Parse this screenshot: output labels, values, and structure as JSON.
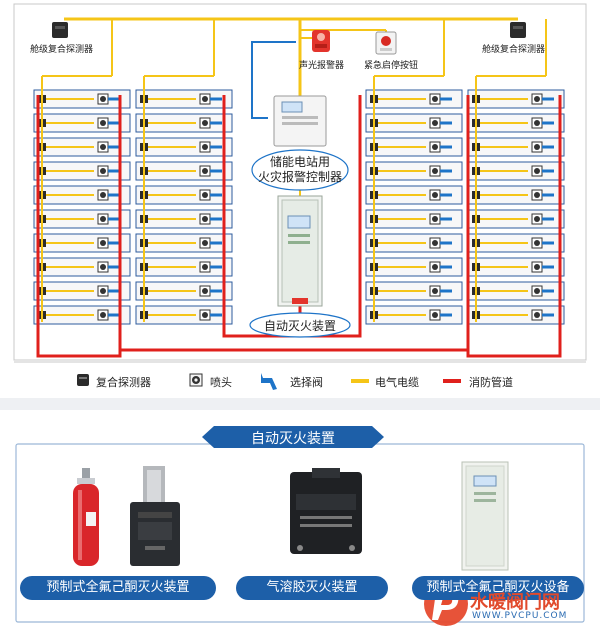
{
  "top_labels": {
    "detector_left": "舱级复合探测器",
    "detector_right": "舱级复合探测器",
    "alarm": "声光报警器",
    "emergency_stop": "紧急启停按钮"
  },
  "controller_label": [
    "储能电站用",
    "火灾报警控制器"
  ],
  "device_label": "自动灭火装置",
  "legend": {
    "detector": "复合探测器",
    "nozzle": "喷头",
    "valve": "选择阀",
    "cable": "电气电缆",
    "pipe": "消防管道"
  },
  "bottom": {
    "banner": "自动灭火装置",
    "item1": "预制式全氟己酮灭火装置",
    "item2": "气溶胶灭火装置",
    "item3": "预制式全氟己酮灭火设备"
  },
  "watermark": {
    "brand": "水暖阀门网",
    "url": "WWW.PVCPU.COM"
  },
  "colors": {
    "cable": "#f5c518",
    "pipe": "#e0201c",
    "valve": "#1e74c8",
    "accent": "#1d5fa8"
  }
}
